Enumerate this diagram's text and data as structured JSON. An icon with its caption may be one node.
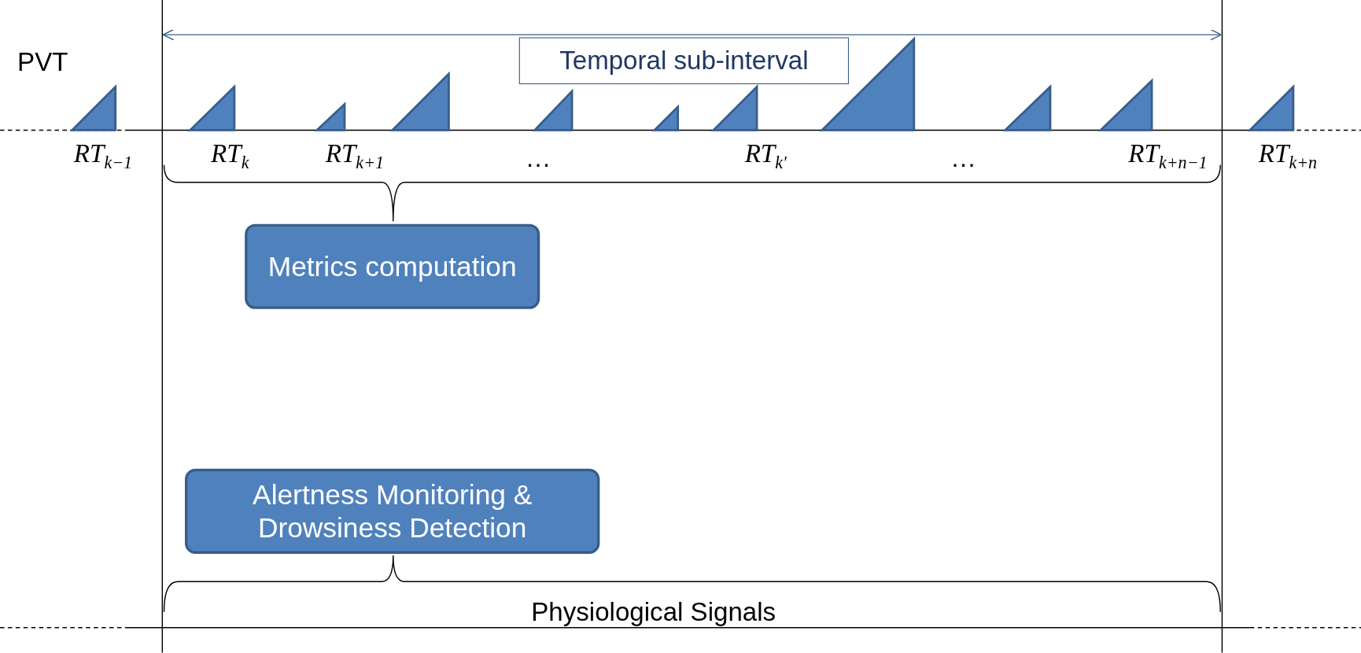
{
  "diagram": {
    "nodes": [
      {
        "text": [
          "Temporal sub-interval"
        ]
      },
      {
        "text": [
          "Metrics computation"
        ]
      },
      {
        "text": [
          "Alertness Monitoring & Drowsiness Detection"
        ]
      }
    ],
    "labels": [
      "PVT",
      "RT$_{k−1}$",
      "RT$_{k}$",
      "RT$_{k+1}$",
      "…",
      "RT$_{k'}$",
      "…",
      "RT$_{k+n−1}$",
      "RT$_{k+n}$",
      "Physiological Signals"
    ]
  }
}
